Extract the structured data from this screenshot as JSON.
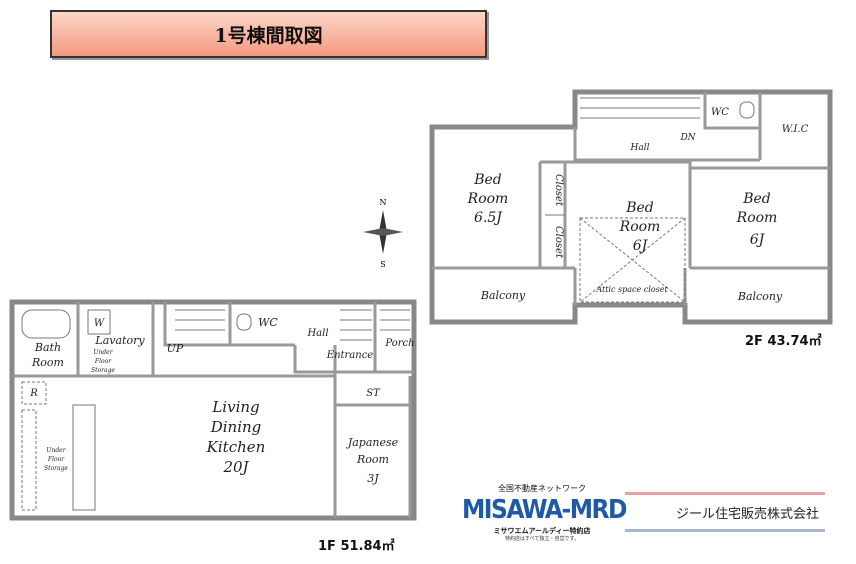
{
  "title": "1号棟間取図",
  "floor1": {
    "area_label": "1F 51.84㎡",
    "rooms": {
      "bath": [
        "Bath",
        "Room"
      ],
      "washer": "W",
      "lavatory": "Lavatory",
      "under_floor_1": [
        "Under",
        "Floor",
        "Storage"
      ],
      "up": "UP",
      "wc": "WC",
      "hall": "Hall",
      "entrance": "Entrance",
      "porch": "Porch",
      "fridge": "R",
      "under_floor_2": [
        "Under",
        "Floor",
        "Storage"
      ],
      "ldk": [
        "Living",
        "Dining",
        "Kitchen",
        "20J"
      ],
      "st": "ST",
      "japanese": [
        "Japanese",
        "Room",
        "3J"
      ]
    }
  },
  "floor2": {
    "area_label": "2F 43.74㎡",
    "rooms": {
      "wc": "WC",
      "wic": "W.I.C",
      "hall": "Hall",
      "dn": "DN",
      "bed_left": [
        "Bed",
        "Room",
        "6.5J"
      ],
      "closet_1": "Closet",
      "closet_2": "Closet",
      "bed_center": [
        "Bed",
        "Room",
        "6J"
      ],
      "bed_right": [
        "Bed",
        "Room",
        "6J"
      ],
      "balcony_left": "Balcony",
      "attic": "Attic space closet",
      "balcony_right": "Balcony"
    }
  },
  "compass": {
    "north": "N",
    "south": "S"
  },
  "logo": {
    "tagline": "全国不動産ネットワーク",
    "name": "MISAWA-MRD",
    "subtitle": "ミサワエムアールディー特約店",
    "note": "特約店はすべて独立・自営です。"
  },
  "company": "ジール住宅販売株式会社",
  "colors": {
    "title_bg": "#f59a80",
    "logo_blue": "#1f5aa6"
  }
}
